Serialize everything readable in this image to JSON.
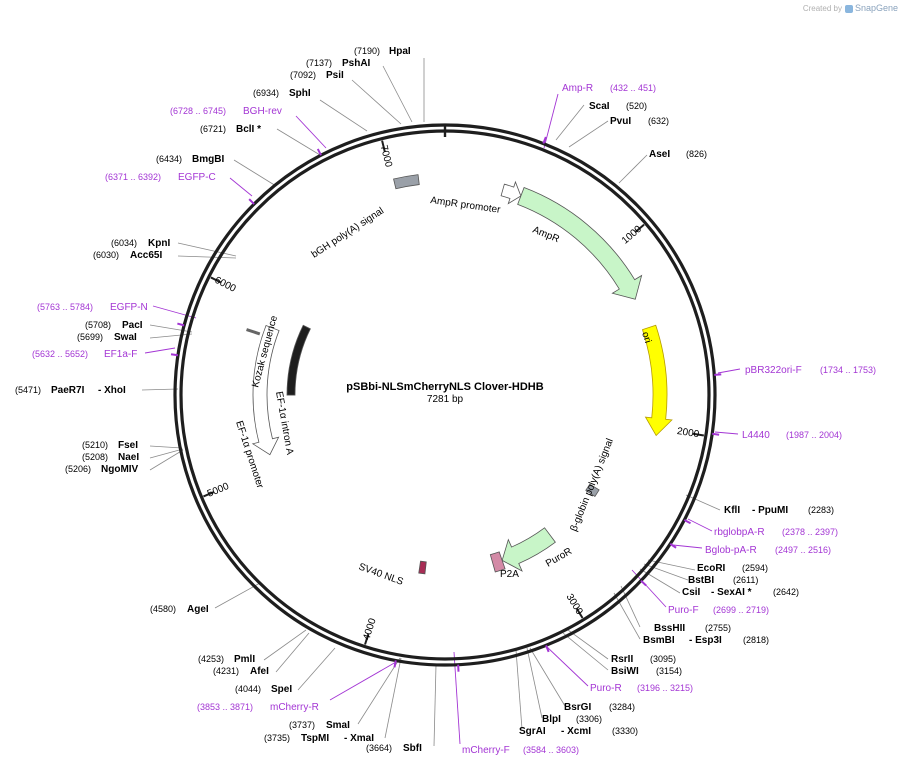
{
  "credit": {
    "prefix": "Created by",
    "brand": "SnapGene"
  },
  "plasmid": {
    "name": "pSBbi-NLSmCherryNLS Clover-HDHB",
    "length": "7281 bp",
    "size_bp": 7281
  },
  "ticks": [
    "1000",
    "2000",
    "3000",
    "4000",
    "5000",
    "6000",
    "7000"
  ],
  "features": [
    {
      "label": "AmpR promoter",
      "kind": "promoter"
    },
    {
      "label": "AmpR",
      "kind": "cds"
    },
    {
      "label": "ori",
      "kind": "origin"
    },
    {
      "label": "β-globin poly(A) signal",
      "kind": "polya"
    },
    {
      "label": "PuroR",
      "kind": "cds"
    },
    {
      "label": "P2A",
      "kind": "misc"
    },
    {
      "label": "SV40 NLS",
      "kind": "misc"
    },
    {
      "label": "EF-1α promoter",
      "kind": "promoter"
    },
    {
      "label": "EF-1α intron A",
      "kind": "intron"
    },
    {
      "label": "Kozak sequence",
      "kind": "misc"
    },
    {
      "label": "bGH poly(A) signal",
      "kind": "polya"
    }
  ],
  "sites": [
    {
      "name": "HpaI",
      "pos": "(7190)"
    },
    {
      "name": "PshAI",
      "pos": "(7137)"
    },
    {
      "name": "PsiI",
      "pos": "(7092)"
    },
    {
      "name": "SphI",
      "pos": "(6934)"
    },
    {
      "name": "BclI *",
      "pos": "(6721)"
    },
    {
      "name": "BmgBI",
      "pos": "(6434)"
    },
    {
      "name": "KpnI",
      "pos": "(6034)"
    },
    {
      "name": "Acc65I",
      "pos": "(6030)"
    },
    {
      "name": "PacI",
      "pos": "(5708)"
    },
    {
      "name": "SwaI",
      "pos": "(5699)"
    },
    {
      "name": "PaeR7I",
      "name2": "- XhoI",
      "pos": "(5471)"
    },
    {
      "name": "FseI",
      "pos": "(5210)"
    },
    {
      "name": "NaeI",
      "pos": "(5208)"
    },
    {
      "name": "NgoMIV",
      "pos": "(5206)"
    },
    {
      "name": "AgeI",
      "pos": "(4580)"
    },
    {
      "name": "PmlI",
      "pos": "(4253)"
    },
    {
      "name": "AfeI",
      "pos": "(4231)"
    },
    {
      "name": "SpeI",
      "pos": "(4044)"
    },
    {
      "name": "SmaI",
      "pos": "(3737)"
    },
    {
      "name": "TspMI",
      "name2": "- XmaI",
      "pos": "(3735)"
    },
    {
      "name": "SbfI",
      "pos": "(3664)"
    },
    {
      "name": "ScaI",
      "pos": "(520)"
    },
    {
      "name": "PvuI",
      "pos": "(632)"
    },
    {
      "name": "AseI",
      "pos": "(826)"
    },
    {
      "name": "KflI",
      "name2": "- PpuMI",
      "pos": "(2283)"
    },
    {
      "name": "EcoRI",
      "pos": "(2594)"
    },
    {
      "name": "BstBI",
      "pos": "(2611)"
    },
    {
      "name": "CsiI",
      "name2": "- SexAI *",
      "pos": "(2642)"
    },
    {
      "name": "BssHII",
      "pos": "(2755)"
    },
    {
      "name": "BsmBI",
      "name2": "- Esp3I",
      "pos": "(2818)"
    },
    {
      "name": "RsrII",
      "pos": "(3095)"
    },
    {
      "name": "BsiWI",
      "pos": "(3154)"
    },
    {
      "name": "BsrGI",
      "pos": "(3284)"
    },
    {
      "name": "BlpI",
      "pos": "(3306)"
    },
    {
      "name": "SgrAI",
      "name2": "- XcmI",
      "pos": "(3330)"
    }
  ],
  "primers": [
    {
      "name": "BGH-rev",
      "range": "(6728 .. 6745)"
    },
    {
      "name": "EGFP-C",
      "range": "(6371 .. 6392)"
    },
    {
      "name": "EGFP-N",
      "range": "(5763 .. 5784)"
    },
    {
      "name": "EF1a-F",
      "range": "(5632 .. 5652)"
    },
    {
      "name": "mCherry-R",
      "range": "(3853 .. 3871)"
    },
    {
      "name": "mCherry-F",
      "range": "(3584 .. 3603)"
    },
    {
      "name": "Amp-R",
      "range": "(432 .. 451)"
    },
    {
      "name": "pBR322ori-F",
      "range": "(1734 .. 1753)"
    },
    {
      "name": "L4440",
      "range": "(1987 .. 2004)"
    },
    {
      "name": "rbglobpA-R",
      "range": "(2378 .. 2397)"
    },
    {
      "name": "Bglob-pA-R",
      "range": "(2497 .. 2516)"
    },
    {
      "name": "Puro-F",
      "range": "(2699 .. 2719)"
    },
    {
      "name": "Puro-R",
      "range": "(3196 .. 3215)"
    }
  ],
  "colors": {
    "backbone": "#1e1e1e",
    "site_text": "#000000",
    "primer": "#a335d4",
    "ampr_fill": "#c8f5c8",
    "ori_fill": "#ffff00",
    "polya_fill": "#9aa0a8",
    "puror_fill": "#c8f5c8",
    "p2a_fill": "#d38aa6",
    "nls_fill": "#a82d55",
    "promoter_fill": "#ffffff",
    "orf_orange": "#d07a1a",
    "orf_green": "#2e7d12"
  }
}
